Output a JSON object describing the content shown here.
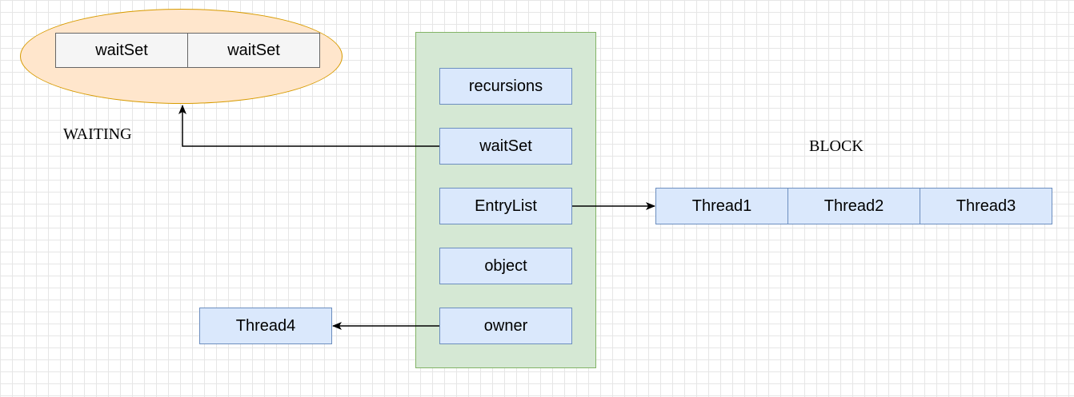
{
  "colors": {
    "grid": "#e6e6e6",
    "ellipse_fill": "#ffe6cc",
    "ellipse_stroke": "#d79b00",
    "monitor_fill": "#d5e8d4",
    "monitor_stroke": "#82b366",
    "field_fill": "#dae8fc",
    "field_stroke": "#6c8ebf",
    "waitset_cell_fill": "#f5f5f5",
    "waitset_cell_stroke": "#666666"
  },
  "wait_set": {
    "state_label": "WAITING",
    "cells": [
      "waitSet",
      "waitSet"
    ]
  },
  "monitor": {
    "fields": [
      "recursions",
      "waitSet",
      "EntryList",
      "object",
      "owner"
    ]
  },
  "entry_list": {
    "state_label": "BLOCK",
    "threads": [
      "Thread1",
      "Thread2",
      "Thread3"
    ]
  },
  "owner_thread": {
    "name": "Thread4"
  }
}
